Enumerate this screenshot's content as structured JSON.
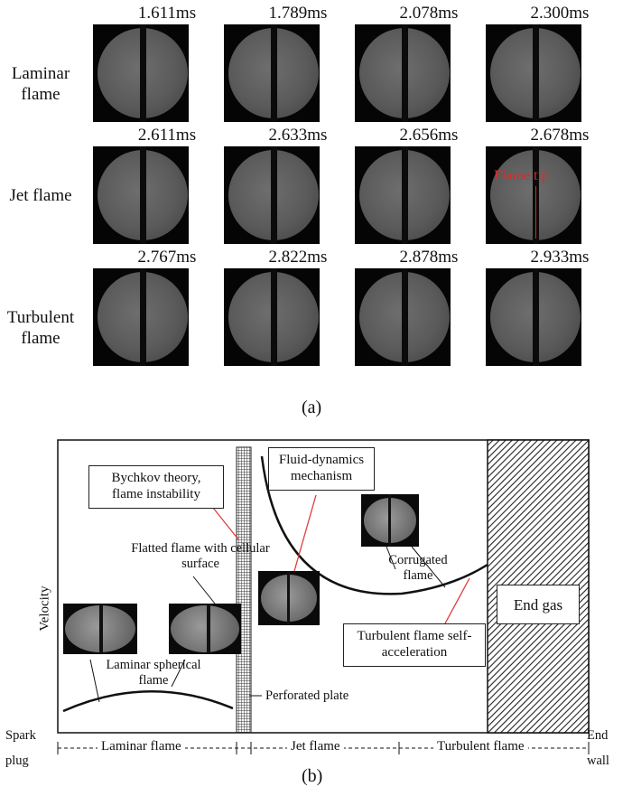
{
  "panel_a": {
    "rows": [
      {
        "label": "Laminar flame",
        "times": [
          "1.611ms",
          "1.789ms",
          "2.078ms",
          "2.300ms"
        ]
      },
      {
        "label": "Jet flame",
        "times": [
          "2.611ms",
          "2.633ms",
          "2.656ms",
          "2.678ms"
        ]
      },
      {
        "label": "Turbulent flame",
        "times": [
          "2.767ms",
          "2.822ms",
          "2.878ms",
          "2.933ms"
        ]
      }
    ],
    "flame_tip_label": "Flame tip",
    "caption": "(a)"
  },
  "panel_b": {
    "y_axis_label": "Velocity",
    "bychkov": "Bychkov theory, flame instability",
    "fluid": "Fluid-dynamics mechanism",
    "flatted": "Flatted flame with cellular surface",
    "corrugated": "Corrugated flame",
    "laminar_spherical": "Laminar spherical flame",
    "perforated_plate": "Perforated plate",
    "end_gas": "End gas",
    "turbulent_self": "Turbulent flame self-acceleration",
    "spark_plug": "Spark plug",
    "end_wall": "End wall",
    "regions": [
      "Laminar flame",
      "Jet flame",
      "Turbulent flame"
    ],
    "caption": "(b)"
  },
  "colors": {
    "flame_tip": "#d92b2b",
    "leader_red": "#e23b3b"
  }
}
